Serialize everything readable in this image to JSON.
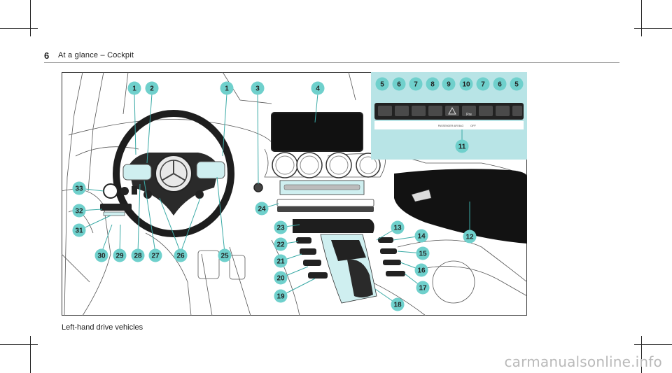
{
  "header": {
    "page_number": "6",
    "section_title": "At a glance – Cockpit"
  },
  "figure": {
    "callouts": [
      {
        "label": "1"
      },
      {
        "label": "2"
      },
      {
        "label": "1"
      },
      {
        "label": "3"
      },
      {
        "label": "4"
      },
      {
        "label": "5"
      },
      {
        "label": "6"
      },
      {
        "label": "7"
      },
      {
        "label": "8"
      },
      {
        "label": "9"
      },
      {
        "label": "10"
      },
      {
        "label": "7"
      },
      {
        "label": "6"
      },
      {
        "label": "5"
      },
      {
        "label": "11"
      },
      {
        "label": "12"
      },
      {
        "label": "13"
      },
      {
        "label": "14"
      },
      {
        "label": "15"
      },
      {
        "label": "16"
      },
      {
        "label": "17"
      },
      {
        "label": "18"
      },
      {
        "label": "19"
      },
      {
        "label": "20"
      },
      {
        "label": "21"
      },
      {
        "label": "22"
      },
      {
        "label": "23"
      },
      {
        "label": "24"
      },
      {
        "label": "25"
      },
      {
        "label": "26"
      },
      {
        "label": "27"
      },
      {
        "label": "28"
      },
      {
        "label": "29"
      },
      {
        "label": "30"
      },
      {
        "label": "31"
      },
      {
        "label": "32"
      },
      {
        "label": "33"
      }
    ],
    "inset_texts": [
      "Pre",
      "PASSENGER AIR BAG",
      "OFF"
    ],
    "colors": {
      "callout": "#6fd0cc",
      "inset": "#b8e4e6",
      "highlight": "#cfeff0"
    }
  },
  "caption": "Left-hand drive vehicles",
  "watermark": "carmanualsonline.info"
}
